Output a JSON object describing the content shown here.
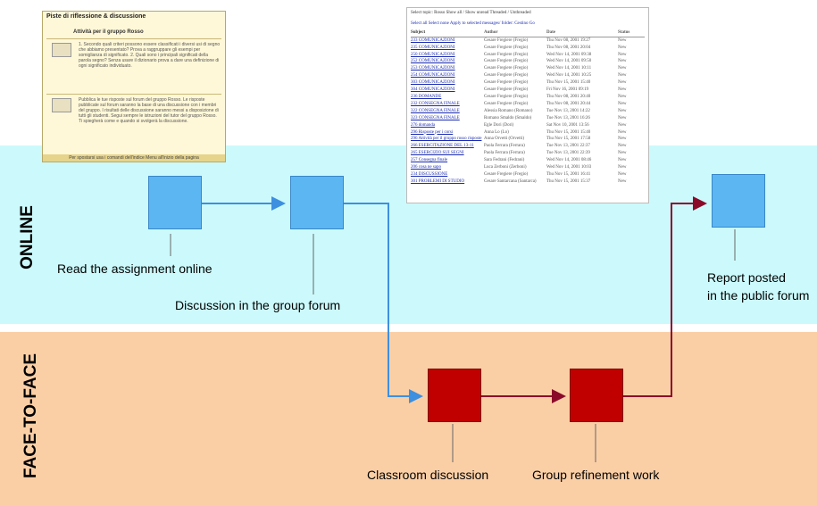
{
  "lanes": {
    "online_label": "ONLINE",
    "face_to_face_label": "FACE-TO-FACE"
  },
  "steps": {
    "read_assignment": "Read the assignment online",
    "group_forum": "Discussion in the group forum",
    "classroom": "Classroom discussion",
    "refinement": "Group refinement work",
    "report_line1": "Report posted",
    "report_line2": "in the public forum"
  },
  "colors": {
    "online_band": "#ccfafc",
    "face_to_face_band": "#fbcfa6",
    "online_box": "#5cb6f2",
    "face_box": "#c00000",
    "blue_arrow": "#3d8fe0",
    "red_arrow": "#8b0a2a"
  },
  "assignment_screenshot": {
    "title": "Piste di riflessione & discussione",
    "header": "Attività per il gruppo Rosso",
    "block1": "1. Secondo quali criteri possono essere classificati i diversi usi di segno che abbiamo presentato? Prova a raggruppare gli esempi per somiglianza di significato. 2. Quali sono i principali significati della parola segno? Senza usare il dizionario prova a dare una definizione di ogni significato individuato.",
    "block2": "Pubblica le tue risposte sul forum del gruppo Rosso. Le risposte pubblicate sul forum saranno la base di una discussione con i membri del gruppo. I risultati delle discussione saranno messi a disposizione di tutti gli studenti. Segui sempre le istruzioni del tutor del gruppo Rosso. Ti spiegherà come e quando si svolgerà la discussione.",
    "footer": "Per spostarsi usa i comandi dell'indice Menu all'inizio della pagina"
  },
  "forum_screenshot": {
    "toolbar": "Select topic: Rosso   Show all / Show unread   Threaded / Unthreaded",
    "toolbar2": "Select all   Select none   Apply to selected messages/ folder: Cestino   Go",
    "columns": [
      "Subject",
      "Author",
      "Date",
      "Status"
    ],
    "rows": [
      [
        "233 COMUNICAZIONI",
        "Cesare Fregiere (Fregio)",
        "Thu Nov 08, 2001 19:27",
        "New"
      ],
      [
        "235 COMUNICAZIONI",
        "Cesare Fregiere (Fregio)",
        "Thu Nov 08, 2001 20:04",
        "New"
      ],
      [
        "250 COMUNICAZIONI",
        "Cesare Fregiere (Fregio)",
        "Wed Nov 14, 2001 09:38",
        "New"
      ],
      [
        "252 COMUNICAZIONI",
        "Cesare Fregiere (Fregio)",
        "Wed Nov 14, 2001 09:50",
        "New"
      ],
      [
        "253 COMUNICAZIONI",
        "Cesare Fregiere (Fregio)",
        "Wed Nov 14, 2001 10:11",
        "New"
      ],
      [
        "254 COMUNICAZIONI",
        "Cesare Fregiere (Fregio)",
        "Wed Nov 14, 2001 10:25",
        "New"
      ],
      [
        "303 COMUNICAZIONI",
        "Cesare Fregiere (Fregio)",
        "Thu Nov 15, 2001 15:40",
        "New"
      ],
      [
        "304 COMUNICAZIONI",
        "Cesare Fregiere (Fregio)",
        "Fri Nov 16, 2001 09:19",
        "New"
      ],
      [
        "236 DOMANDE",
        "Cesare Fregiere (Fregio)",
        "Thu Nov 08, 2001 20:40",
        "New"
      ],
      [
        "232 CONSEGNA FINALE",
        "Cesare Fregiere (Fregio)",
        "Thu Nov 08, 2001 20:44",
        "New"
      ],
      [
        "322 CONSEGNA FINALE",
        "Alessia Romano (Romano)",
        "Tue Nov 13, 2001 14:22",
        "New"
      ],
      [
        "323 CONSEGNA FINALE",
        "Romano Smaldo (Smaldo)",
        "Tue Nov 13, 2001 16:26",
        "New"
      ],
      [
        "276 domanda",
        "Egle Dori (Dori)",
        "Sat Nov 10, 2001 13:56",
        "New"
      ],
      [
        "296 Risposte per i corsi",
        "Anna Lo (Lo)",
        "Thu Nov 15, 2001 15:40",
        "New"
      ],
      [
        "296 Attività per il gruppo rosso risposte",
        "Anna Orvetti (Orvetti)",
        "Thu Nov 15, 2001 17:58",
        "New"
      ],
      [
        "266 ESERCITAZIONE DEL 13-11",
        "Paola Ferrara (Ferrara)",
        "Tue Nov 13, 2001 22:37",
        "New"
      ],
      [
        "265 ESERCIZIO SUI SEGNI",
        "Paola Ferrara (Ferrara)",
        "Tue Nov 13, 2001 22:39",
        "New"
      ],
      [
        "257 Consegna finale",
        "Sara Fedrani (Fedrani)",
        "Wed Nov 14, 2001 08:46",
        "New"
      ],
      [
        "206 cosa ne sapo",
        "Luca Zerboni (Zerboni)",
        "Wed Nov 14, 2001 10:03",
        "New"
      ],
      [
        "234 DISCUSSIONE",
        "Cesare Fregiere (Fregio)",
        "Thu Nov 15, 2001 16:41",
        "New"
      ],
      [
        "301 PROBLEMI DI STUDIO",
        "Cesare Santarcana (Santarca)",
        "Thu Nov 15, 2001 15:37",
        "New"
      ]
    ]
  }
}
